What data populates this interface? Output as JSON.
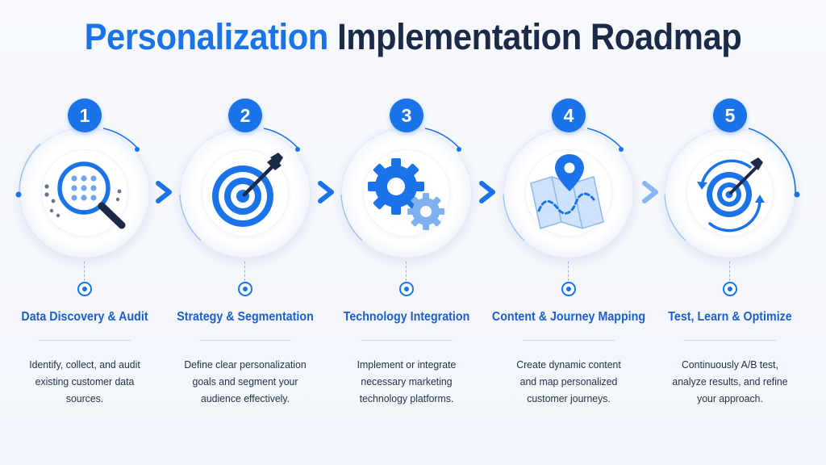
{
  "title": {
    "accent": "Personalization",
    "rest": "Implementation Roadmap"
  },
  "colors": {
    "primary": "#1a73e8",
    "dark_navy": "#1b2a47",
    "light_blue": "#9cc3f5",
    "background": "#f4f7fc"
  },
  "steps": [
    {
      "number": "1",
      "title": "Data Discovery & Audit",
      "description_lines": [
        "Identify, collect, and audit",
        "existing customer data",
        "sources."
      ],
      "icon": "magnifying-glass-data-icon"
    },
    {
      "number": "2",
      "title": "Strategy & Segmentation",
      "description_lines": [
        "Define clear personalization",
        "goals and segment your",
        "audience effectively."
      ],
      "icon": "target-arrow-icon"
    },
    {
      "number": "3",
      "title": "Technology Integration",
      "description_lines": [
        "Implement or integrate",
        "necessary marketing",
        "technology platforms."
      ],
      "icon": "gears-icon"
    },
    {
      "number": "4",
      "title": "Content & Journey Mapping",
      "description_lines": [
        "Create dynamic content",
        "and map personalized",
        "customer journeys."
      ],
      "icon": "map-pin-icon"
    },
    {
      "number": "5",
      "title": "Test, Learn & Optimize",
      "description_lines": [
        "Continuously A/B test,",
        "analyze results, and refine",
        "your approach."
      ],
      "icon": "target-cycle-icon"
    }
  ],
  "connectors": [
    "chevron-right-icon",
    "chevron-right-icon",
    "chevron-right-icon",
    "chevron-right-icon"
  ]
}
